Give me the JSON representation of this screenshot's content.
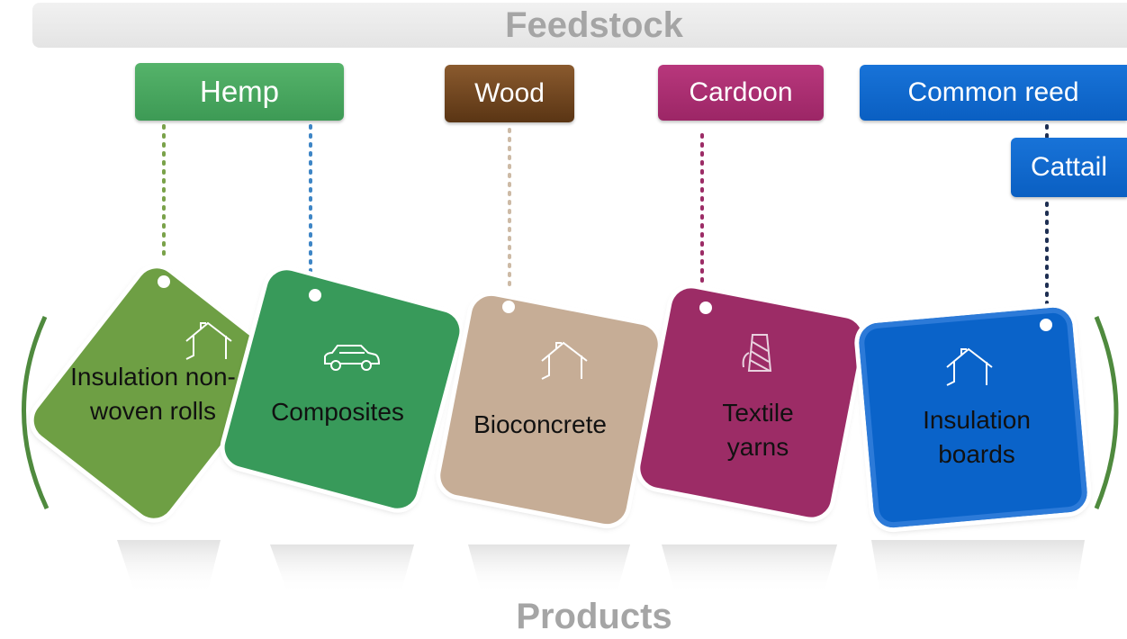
{
  "feedstock_label": "Feedstock",
  "products_label": "Products",
  "feedstocks": [
    {
      "label": "Hemp",
      "color": "#40a05a"
    },
    {
      "label": "Wood",
      "color": "#7b4a22"
    },
    {
      "label": "Cardoon",
      "color": "#a82c70"
    },
    {
      "label": "Common reed",
      "color": "#0a63c9"
    },
    {
      "label": "Cattail",
      "color": "#0a63c9"
    }
  ],
  "products": [
    {
      "line1": "Insulation non-",
      "line2": "woven rolls",
      "icon": "house-icon",
      "color": "#6e9f44"
    },
    {
      "line1": "Composites",
      "line2": "",
      "icon": "car-icon",
      "color": "#389a5a"
    },
    {
      "line1": "Bioconcrete",
      "line2": "",
      "icon": "house-icon",
      "color": "#c6ad96"
    },
    {
      "line1": "Textile",
      "line2": "yarns",
      "icon": "yarn-spool-icon",
      "color": "#9c2c66"
    },
    {
      "line1": "Insulation",
      "line2": "boards",
      "icon": "house-icon",
      "color": "#0a63c9"
    }
  ]
}
